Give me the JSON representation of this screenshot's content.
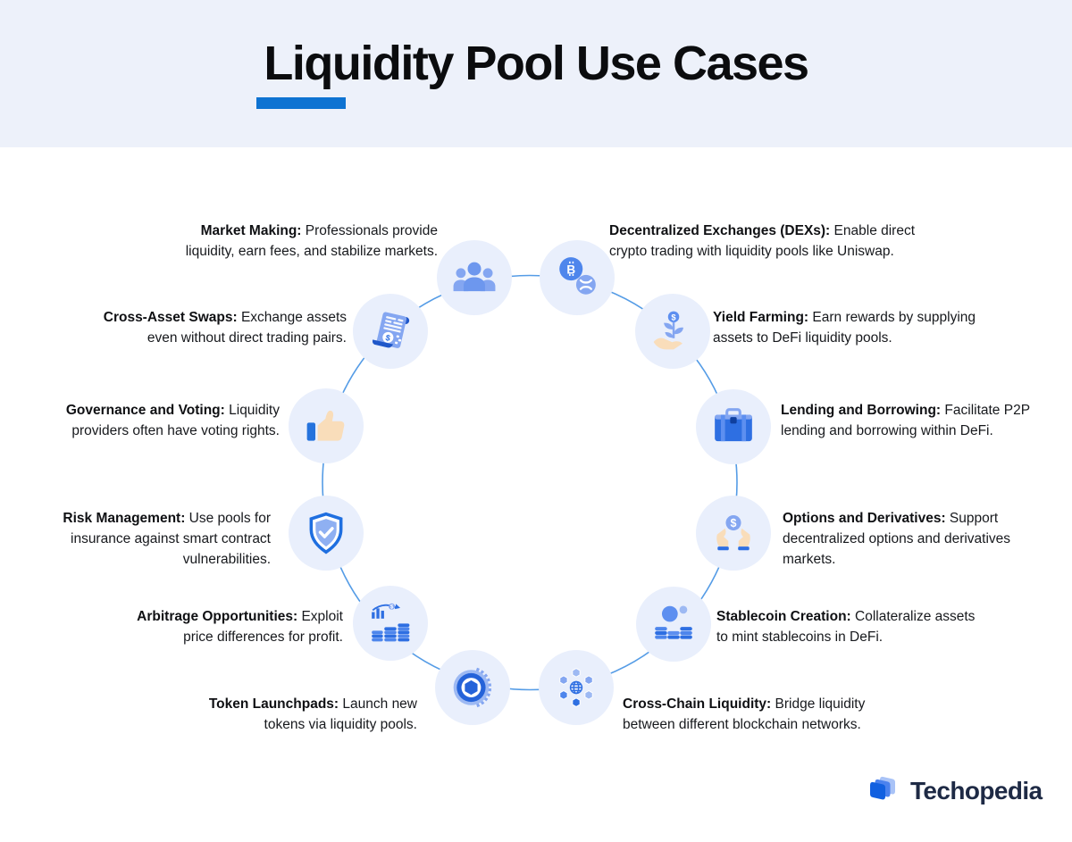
{
  "header": {
    "title": "Liquidity Pool Use Cases"
  },
  "use_cases": [
    {
      "id": "market-making",
      "label": "Market Making:",
      "description": "Professionals provide liquidity, earn fees, and stabilize markets.",
      "icon": "people-group-icon"
    },
    {
      "id": "dexs",
      "label": "Decentralized Exchanges (DEXs):",
      "description": "Enable direct crypto trading with liquidity pools like Uniswap.",
      "icon": "bitcoin-ripple-coins-icon"
    },
    {
      "id": "yield-farming",
      "label": "Yield Farming:",
      "description": "Earn rewards by supplying assets to DeFi liquidity pools.",
      "icon": "hand-plant-coin-icon"
    },
    {
      "id": "lending-borrowing",
      "label": "Lending and Borrowing:",
      "description": "Facilitate P2P lending and borrowing within DeFi.",
      "icon": "briefcase-icon"
    },
    {
      "id": "options-derivatives",
      "label": "Options and Derivatives:",
      "description": "Support decentralized options and derivatives markets.",
      "icon": "hands-holding-coin-icon"
    },
    {
      "id": "stablecoin-creation",
      "label": "Stablecoin Creation:",
      "description": "Collateralize assets to mint stablecoins in DeFi.",
      "icon": "person-coin-stacks-icon"
    },
    {
      "id": "cross-chain-liquidity",
      "label": "Cross-Chain Liquidity:",
      "description": "Bridge liquidity between different blockchain networks.",
      "icon": "globe-cubes-network-icon"
    },
    {
      "id": "token-launchpads",
      "label": "Token Launchpads:",
      "description": "Launch new tokens via liquidity pools.",
      "icon": "hexagon-token-coin-icon"
    },
    {
      "id": "arbitrage-opportunities",
      "label": "Arbitrage Opportunities:",
      "description": "Exploit price differences for profit.",
      "icon": "coins-growth-chart-icon"
    },
    {
      "id": "risk-management",
      "label": "Risk Management:",
      "description": "Use pools for insurance against smart contract vulnerabilities.",
      "icon": "shield-check-icon"
    },
    {
      "id": "governance-voting",
      "label": "Governance and Voting:",
      "description": "Liquidity providers often have voting rights.",
      "icon": "thumbs-up-icon"
    },
    {
      "id": "cross-asset-swaps",
      "label": "Cross-Asset Swaps:",
      "description": "Exchange assets even without direct trading pairs.",
      "icon": "receipt-dollar-icon"
    }
  ],
  "footer": {
    "brand": "Techopedia"
  },
  "colors": {
    "accent": "#0e73d2",
    "header_bg": "#edf1fa",
    "icon_circle_bg": "#e9effc",
    "ring": "#559ce6",
    "title": "#0b0c0e",
    "text": "#17191d",
    "brand_text": "#1e2a45",
    "icon_blue_dark": "#2e6fe2",
    "icon_blue_mid": "#5d8ff0",
    "icon_blue_light": "#84a6f1",
    "icon_skin": "#f9ddba"
  }
}
